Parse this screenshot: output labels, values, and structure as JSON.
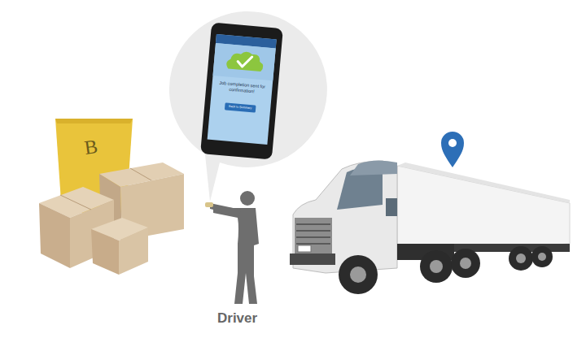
{
  "diagram": {
    "labels": [
      "B",
      "Job completion sent for confirmation!",
      "Back to Summary",
      "Driver"
    ]
  }
}
